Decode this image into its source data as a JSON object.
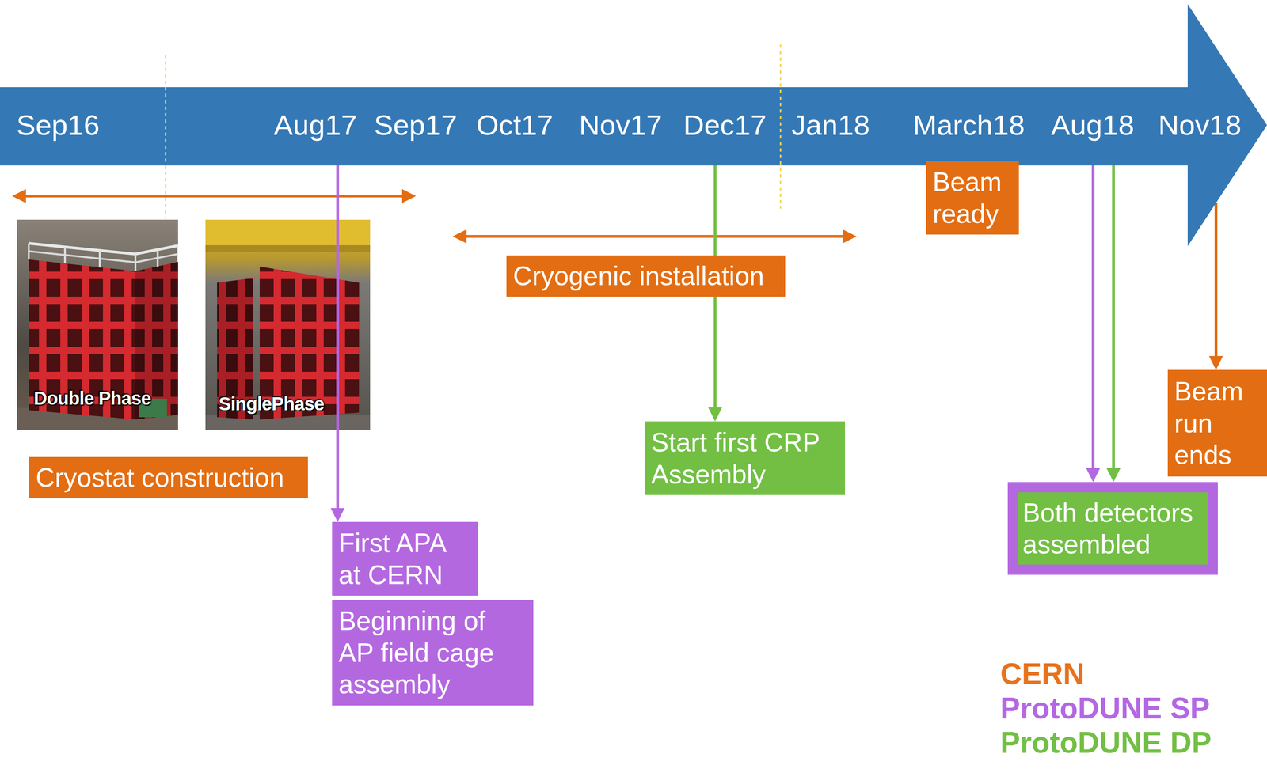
{
  "diagram": {
    "nodes": [
      {
        "text": [
          "Sep16",
          "Aug17",
          "Sep17",
          "Oct17",
          "Nov17",
          "Dec17",
          "Jan18",
          "March18",
          "Aug18",
          "Nov18"
        ]
      },
      {
        "text": [
          "Beam ready"
        ]
      },
      {
        "text": [
          "Cryogenic installation"
        ]
      },
      {
        "text": [
          "Beam run ends"
        ]
      },
      {
        "text": [
          "Start first CRP Assembly"
        ]
      },
      {
        "text": [
          "Cryostat construction"
        ]
      },
      {
        "text": [
          "Both detectors assembled"
        ]
      },
      {
        "text": [
          "First APA at CERN"
        ]
      },
      {
        "text": [
          "Beginning of AP field cage assembly"
        ]
      }
    ],
    "edges": [
      {
        "from": 0,
        "to": 7,
        "arrow": "to"
      },
      {
        "from": 0,
        "to": 4,
        "arrow": "to"
      },
      {
        "from": 0,
        "to": 6,
        "arrow": "to"
      },
      {
        "from": 0,
        "to": 6,
        "arrow": "to"
      },
      {
        "from": 0,
        "to": 3,
        "arrow": "to"
      }
    ],
    "labels": [
      "Double Phase",
      "SinglePhase"
    ],
    "legend": [
      {
        "text": "CERN",
        "color": "#e8721c"
      },
      {
        "text": "ProtoDUNE SP",
        "color": "#b368e2"
      },
      {
        "text": "ProtoDUNE DP",
        "color": "#72bf44"
      }
    ]
  }
}
